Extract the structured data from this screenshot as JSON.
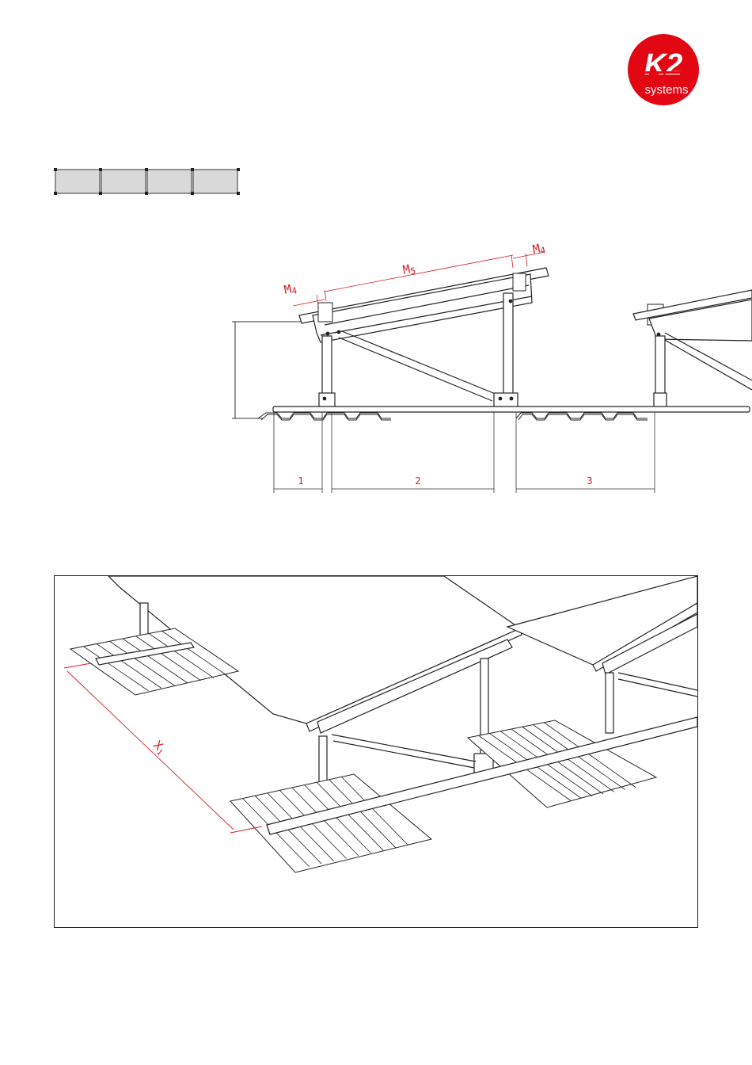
{
  "logo": {
    "brand": "K2",
    "subtitle": "systems",
    "color": "#e30613"
  },
  "module_layout": {
    "module_count": 4,
    "fill": "#d9d9d9",
    "stroke": "#333333"
  },
  "side_view": {
    "m_left": "M",
    "m_left_sub": "4",
    "m_mid": "M",
    "m_mid_sub": "5",
    "m_right": "M",
    "m_right_sub": "4",
    "span_1": "1",
    "span_2": "2",
    "span_3": "3",
    "accent_color": "#d4202a"
  },
  "iso_view": {
    "dim_label": "X",
    "dim_sub": "1"
  }
}
